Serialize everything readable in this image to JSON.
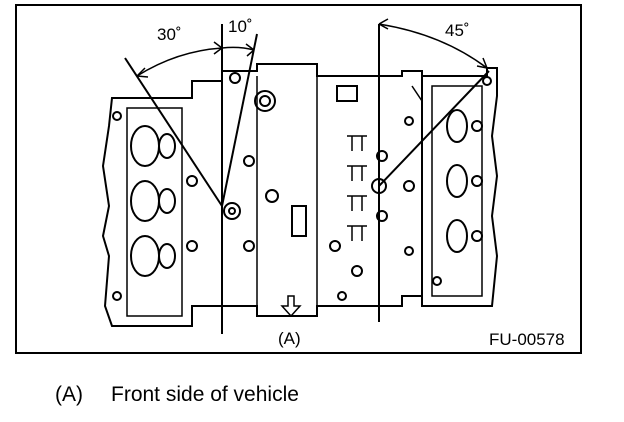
{
  "figure": {
    "angles": {
      "left_outer": "30˚",
      "left_inner": "10˚",
      "right": "45˚"
    },
    "front_marker": "(A)",
    "figure_id": "FU-00578"
  },
  "caption": {
    "marker": "(A)",
    "text": "Front side of vehicle"
  }
}
